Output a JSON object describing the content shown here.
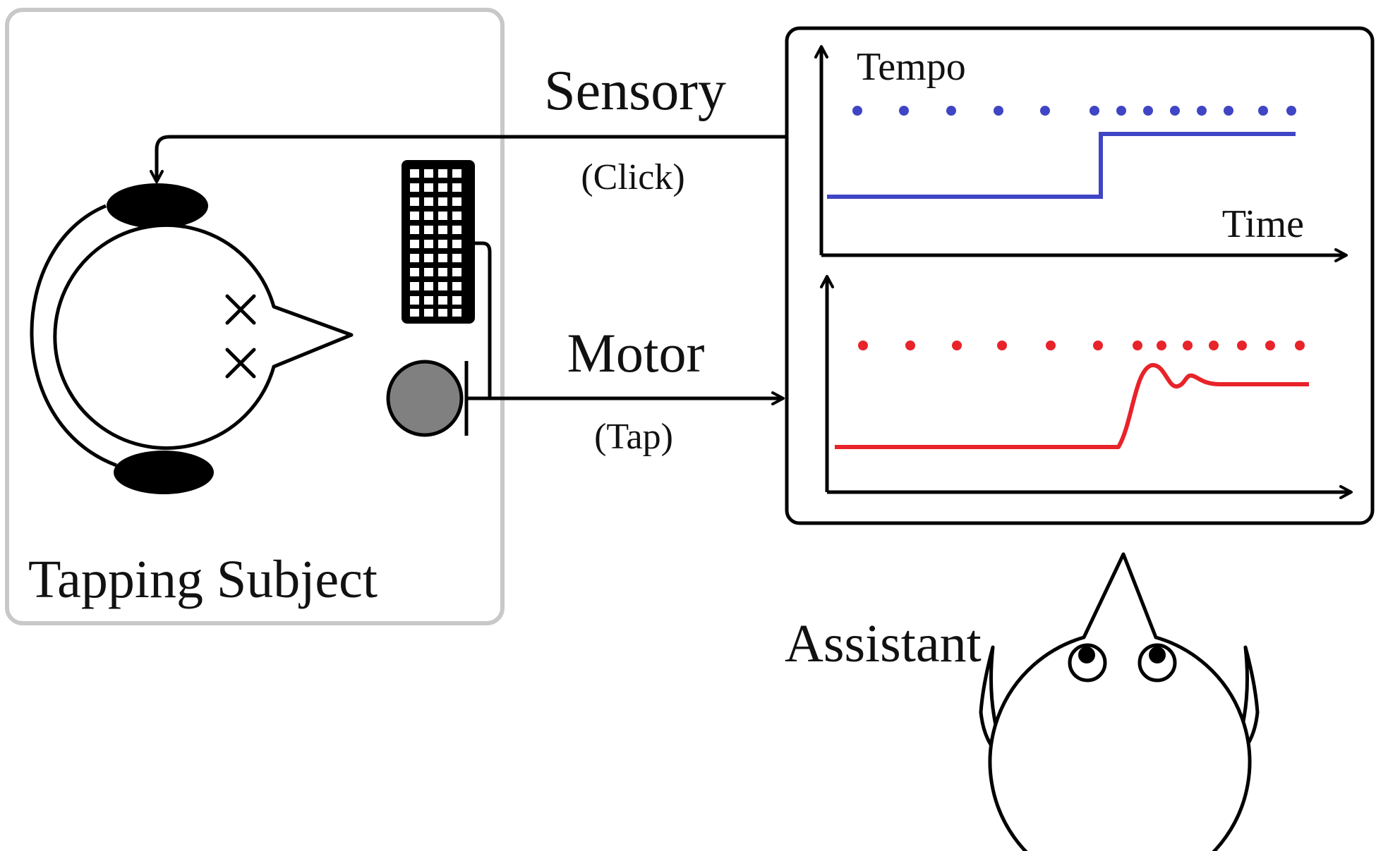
{
  "labels": {
    "subject": "Tapping Subject",
    "sensory": "Sensory",
    "click": "(Click)",
    "motor": "Motor",
    "tap": "(Tap)",
    "assistant": "Assistant",
    "y_axis": "Tempo",
    "x_axis": "Time"
  },
  "colors": {
    "stimulus": "#3f45c4",
    "response": "#e8232a",
    "panel_border": "#c8c8c8",
    "ink": "#000000",
    "button_fill": "#808080"
  },
  "icons": {
    "keyboard": "keyboard-icon",
    "tap_button": "tap-button-icon",
    "subject_head": "subject-head-icon",
    "headphones": "headphones-icon",
    "assistant_head": "assistant-head-icon"
  }
}
